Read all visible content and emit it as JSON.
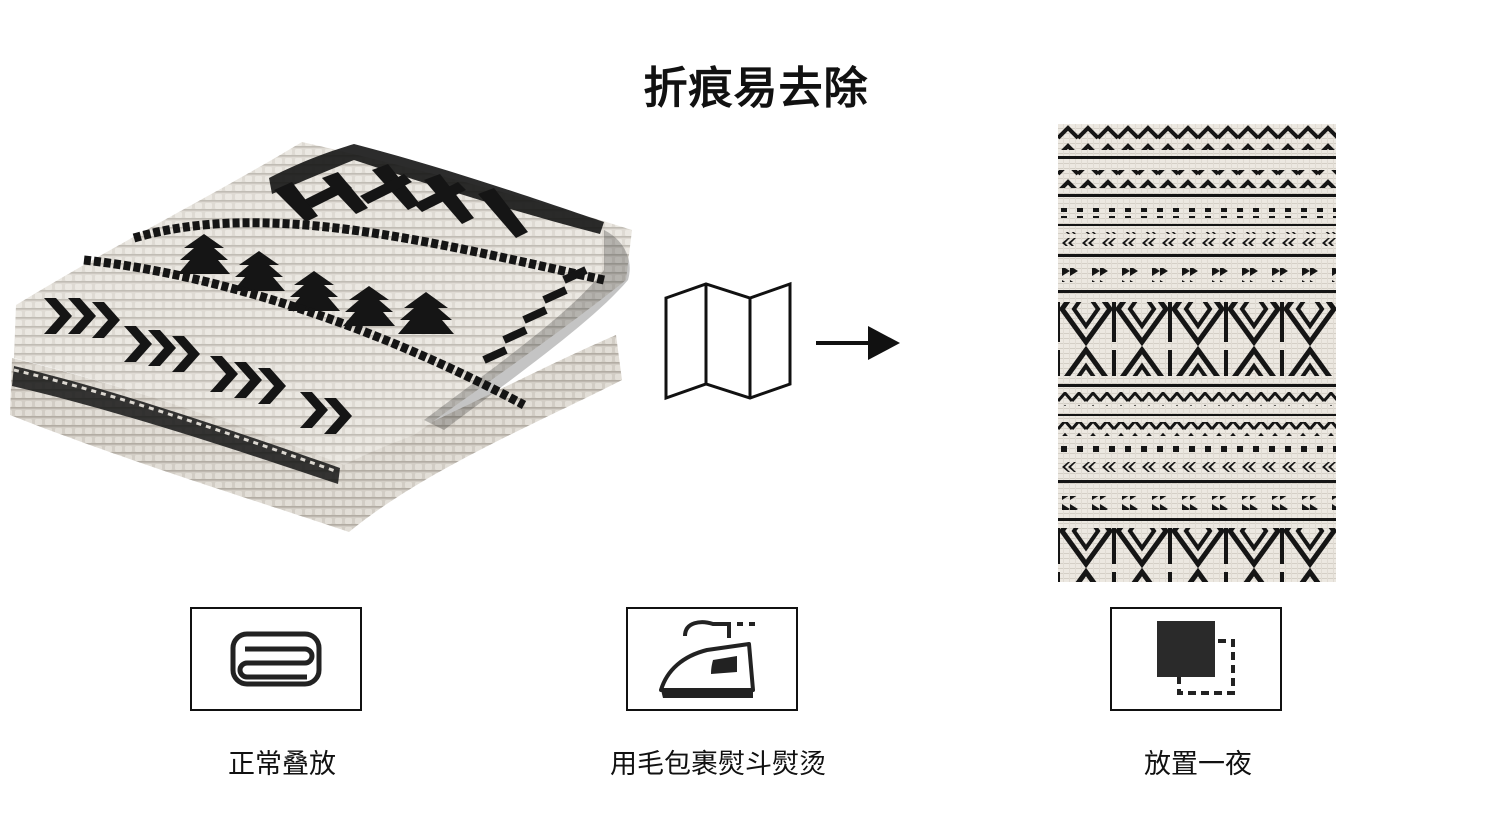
{
  "title": "折痕易去除",
  "steps": [
    {
      "icon": "folded-layers-icon",
      "label": "正常叠放"
    },
    {
      "icon": "steam-iron-icon",
      "label": "用毛包裹熨斗熨烫"
    },
    {
      "icon": "flatten-square-icon",
      "label": "放置一夜"
    }
  ],
  "colors": {
    "ink": "#111111",
    "fabric": "#dcd8d1",
    "background": "#ffffff"
  }
}
